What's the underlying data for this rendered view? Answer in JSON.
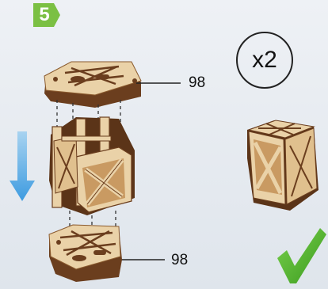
{
  "step": {
    "number": "5"
  },
  "quantity": {
    "label": "x2"
  },
  "parts": [
    {
      "label": "98"
    },
    {
      "label": "98"
    }
  ],
  "colors": {
    "badge": "#7bc043",
    "wood": "#ead2a8",
    "wood_edge": "#6b3e1e",
    "arrow": "#4aa3e0",
    "check": "#4fb32c"
  },
  "icons": [
    "step-badge-icon",
    "down-arrow-icon",
    "checkmark-icon"
  ]
}
